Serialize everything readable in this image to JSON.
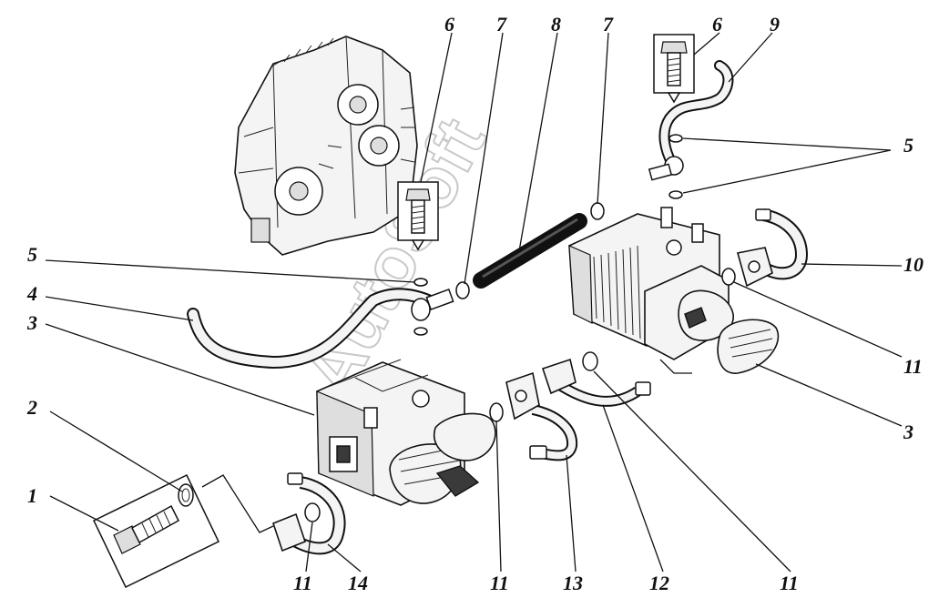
{
  "watermark": "AutoSoft",
  "labels": {
    "l1": "1",
    "l2": "2",
    "l3a": "3",
    "l3b": "3",
    "l4": "4",
    "l5a": "5",
    "l5b": "5",
    "l6a": "6",
    "l6b": "6",
    "l7a": "7",
    "l7b": "7",
    "l8": "8",
    "l9": "9",
    "l10": "10",
    "l11a": "11",
    "l11b": "11",
    "l11c": "11",
    "l11d": "11",
    "l12": "12",
    "l13": "13",
    "l14": "14"
  }
}
